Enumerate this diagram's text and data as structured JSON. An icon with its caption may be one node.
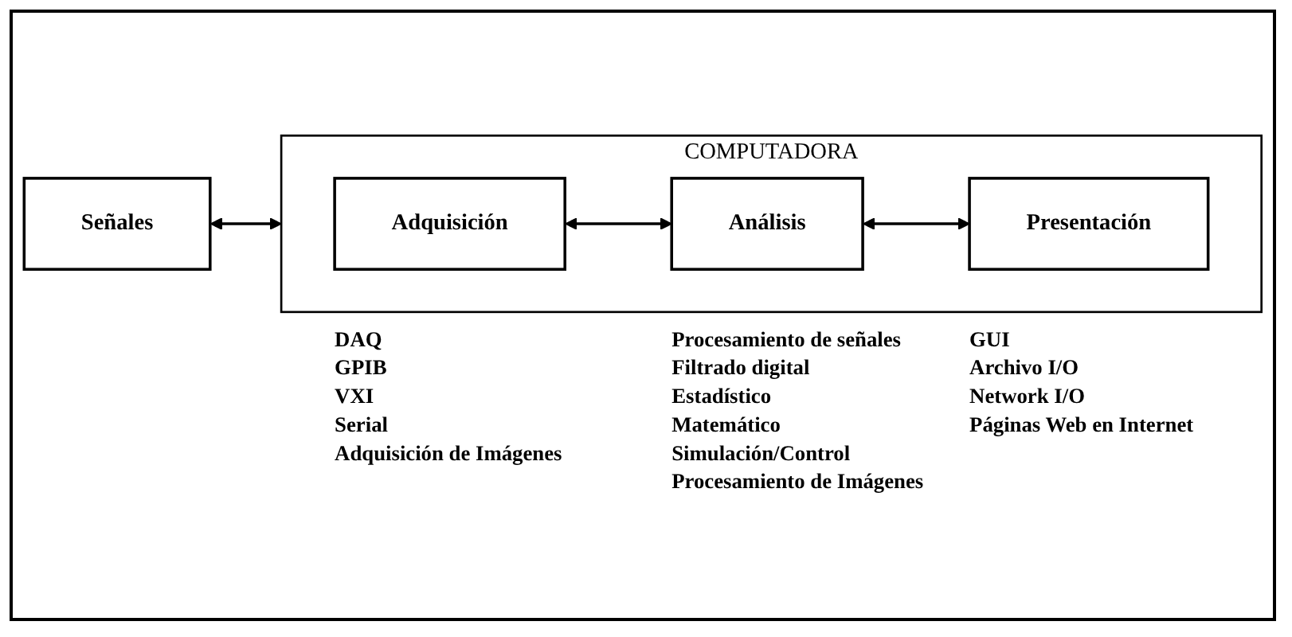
{
  "diagram": {
    "nodes": [
      {
        "text": [
          "Señales"
        ]
      },
      {
        "text": [
          "COMPUTADORA"
        ]
      },
      {
        "text": [
          "Adquisición"
        ],
        "in": 1,
        "beside": [
          "DAQ",
          "GPIB",
          "VXI",
          "Serial",
          "Adquisición de Imágenes"
        ]
      },
      {
        "text": [
          "Análisis"
        ],
        "in": 1,
        "beside": [
          "Procesamiento de señales",
          "Filtrado digital",
          "Estadístico",
          "Matemático",
          "Simulación/Control",
          "Procesamiento de Imágenes"
        ]
      },
      {
        "text": [
          "Presentación"
        ],
        "in": 1,
        "beside": [
          "GUI",
          "Archivo I/O",
          "Network I/O",
          "Páginas Web en Internet"
        ]
      }
    ],
    "edges": [
      {
        "from": 0,
        "to": 1,
        "arrow": "both"
      },
      {
        "from": 2,
        "to": 3,
        "arrow": "both"
      },
      {
        "from": 3,
        "to": 4,
        "arrow": "both"
      }
    ]
  }
}
